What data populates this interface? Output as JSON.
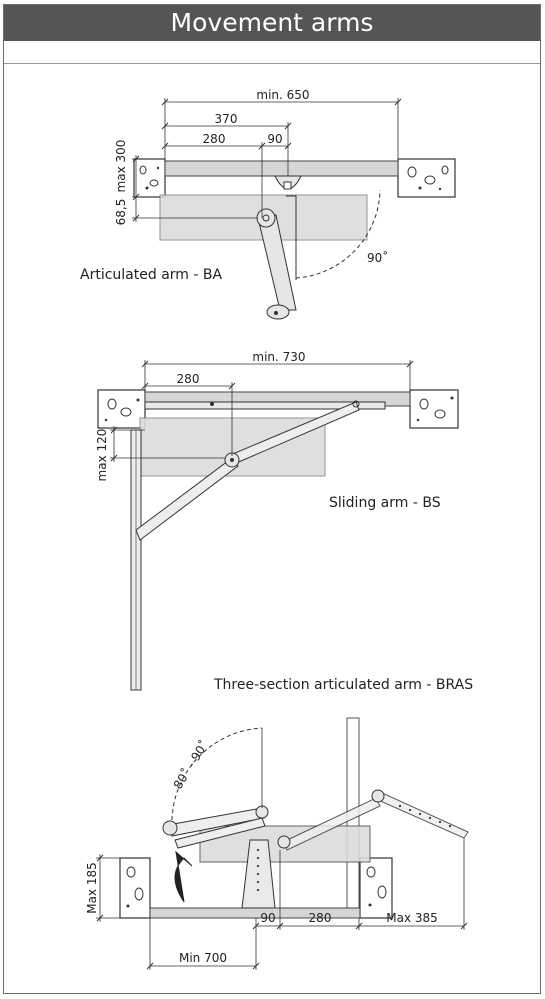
{
  "page": {
    "title": "Movement arms"
  },
  "section_ba": {
    "caption": "Articulated arm - BA",
    "dims": {
      "min": "min. 650",
      "d370": "370",
      "d280": "280",
      "d90": "90",
      "max300": "max 300",
      "d68": "68,5",
      "angle": "90˚"
    }
  },
  "section_bs": {
    "caption": "Sliding arm - BS",
    "dims": {
      "min": "min. 730",
      "d280": "280",
      "max120": "max 120"
    }
  },
  "section_bras": {
    "caption": "Three-section articulated arm - BRAS",
    "dims": {
      "angle": "80˚ - 90˚",
      "max185": "Max 185",
      "d90": "90",
      "d280": "280",
      "max385": "Max 385",
      "min700": "Min 700"
    }
  },
  "colors": {
    "header_bg": "#555555",
    "door_fill": "#d9d9d9",
    "line": "#333333"
  }
}
